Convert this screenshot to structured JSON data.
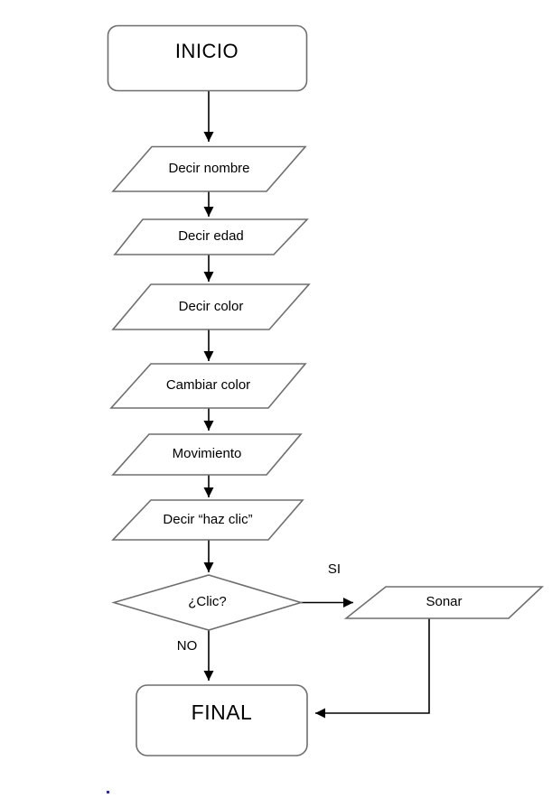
{
  "flowchart": {
    "nodes": [
      {
        "id": "inicio",
        "shape": "terminator",
        "label": "INICIO"
      },
      {
        "id": "decir-nombre",
        "shape": "parallelogram",
        "label": "Decir nombre"
      },
      {
        "id": "decir-edad",
        "shape": "parallelogram",
        "label": "Decir edad"
      },
      {
        "id": "decir-color",
        "shape": "parallelogram",
        "label": "Decir color"
      },
      {
        "id": "cambiar-color",
        "shape": "parallelogram",
        "label": "Cambiar color"
      },
      {
        "id": "movimiento",
        "shape": "parallelogram",
        "label": "Movimiento"
      },
      {
        "id": "decir-haz-clic",
        "shape": "parallelogram",
        "label": "Decir “haz clic”"
      },
      {
        "id": "clic",
        "shape": "decision",
        "label": "¿Clic?"
      },
      {
        "id": "sonar",
        "shape": "parallelogram",
        "label": "Sonar"
      },
      {
        "id": "final",
        "shape": "terminator",
        "label": "FINAL"
      }
    ],
    "branch_labels": {
      "si": "SI",
      "no": "NO"
    },
    "colors": {
      "background": "#ffffff",
      "shape_stroke": "#6e6e6e",
      "connector": "#000000",
      "text": "#000000",
      "artifact_dot": "#2a2ac0"
    }
  }
}
